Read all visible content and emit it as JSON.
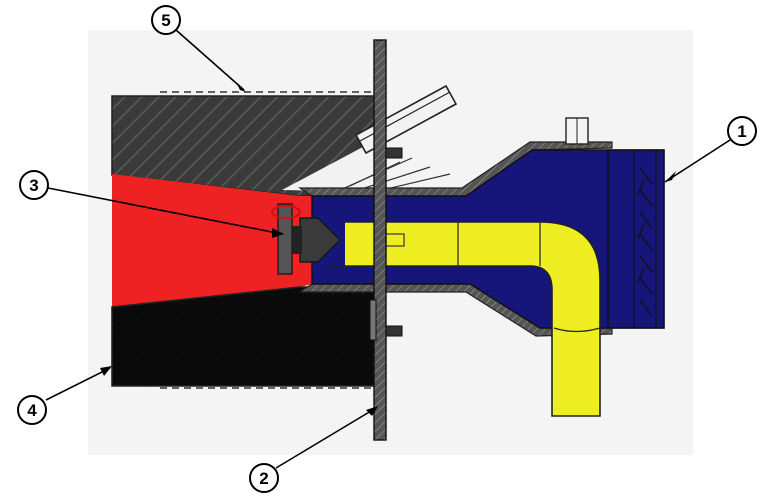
{
  "diagram": {
    "callouts": [
      {
        "id": "1",
        "label": "1"
      },
      {
        "id": "2",
        "label": "2"
      },
      {
        "id": "3",
        "label": "3"
      },
      {
        "id": "4",
        "label": "4"
      },
      {
        "id": "5",
        "label": "5"
      }
    ],
    "colors": {
      "background_panel": "#f4f4f4",
      "refractory_hatch": "#3a3a3a",
      "flame_zone": "#ee2222",
      "ash_zone": "#0a0a0a",
      "air_channel": "#15157a",
      "fuel_channel": "#eeee22",
      "mounting_plate": "#4a4a4a",
      "igniter": "#f2f2f2"
    }
  }
}
